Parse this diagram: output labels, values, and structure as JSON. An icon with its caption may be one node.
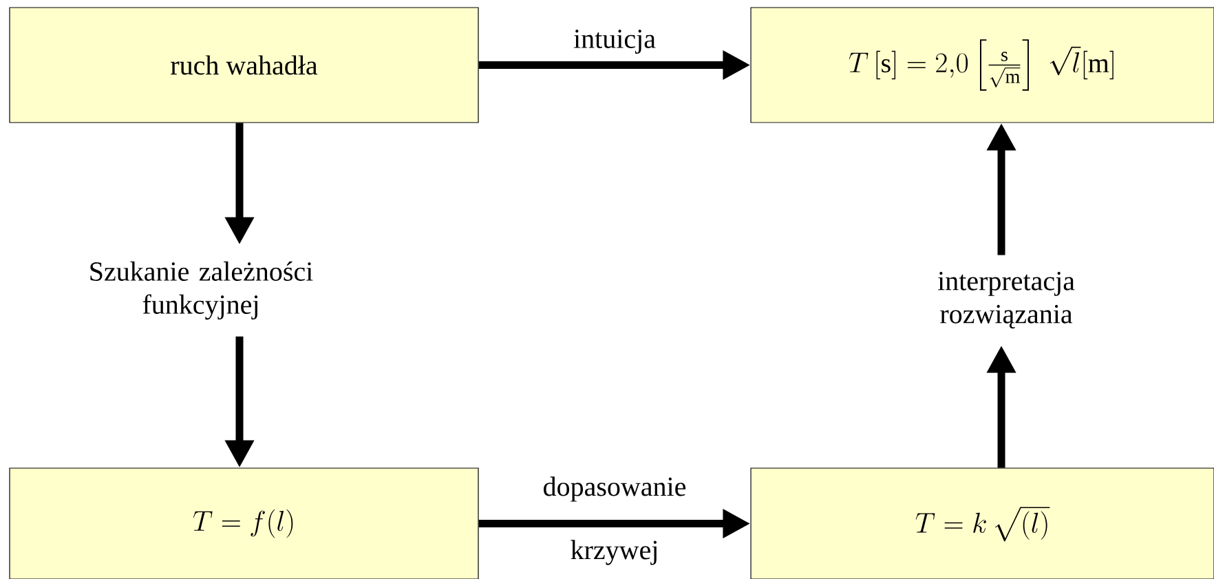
{
  "diagram": {
    "nodes": [
      {
        "text": [
          "ruch wahadła"
        ]
      },
      {
        "text": [
          "T\\,[\\mathrm{s}] = 2{,}0\\left[\\frac{\\mathrm{s}}{\\sqrt{\\mathrm{m}}}\\right]\\;\\sqrt{l}[\\mathrm{m}]"
        ]
      },
      {
        "text": [
          "T = f(l)"
        ]
      },
      {
        "text": [
          "T = k\\,\\sqrt{(l)}"
        ]
      },
      {
        "text": [
          "Szukanie zależności funkcyjnej"
        ]
      },
      {
        "text": [
          "interpretacja rozwiązania"
        ]
      }
    ],
    "edges": [
      {
        "from": 0,
        "to": 1,
        "arrow": "to",
        "label": "intuicja"
      },
      {
        "from": 0,
        "to": 4,
        "arrow": "to"
      },
      {
        "from": 4,
        "to": 2,
        "arrow": "to"
      },
      {
        "from": 2,
        "to": 3,
        "arrow": "to",
        "label": "dopasowanie krzywej"
      },
      {
        "from": 3,
        "to": 5,
        "arrow": "to"
      },
      {
        "from": 5,
        "to": 1,
        "arrow": "to"
      }
    ]
  }
}
